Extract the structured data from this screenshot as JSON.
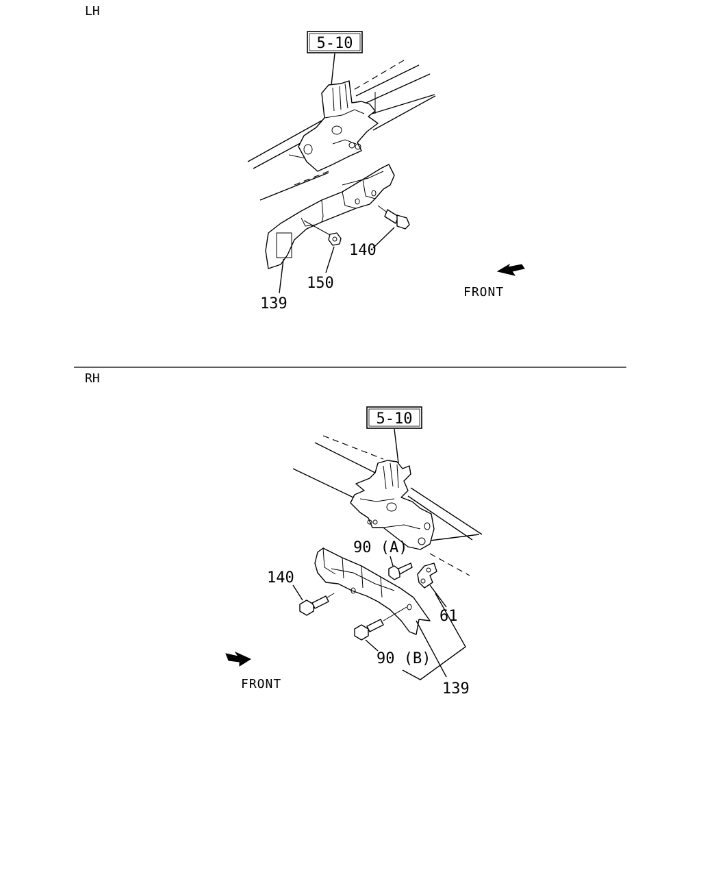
{
  "sections": {
    "lh": {
      "title": "LH",
      "ref_box": "5-10",
      "labels": {
        "p139": "139",
        "p140": "140",
        "p150": "150"
      },
      "front": "FRONT"
    },
    "rh": {
      "title": "RH",
      "ref_box": "5-10",
      "labels": {
        "p90a": "90 (A)",
        "p140": "140",
        "p61": "61",
        "p90b": "90 (B)",
        "p139": "139"
      },
      "front": "FRONT"
    }
  },
  "icons": {
    "front_arrow": "front-arrow-icon"
  }
}
